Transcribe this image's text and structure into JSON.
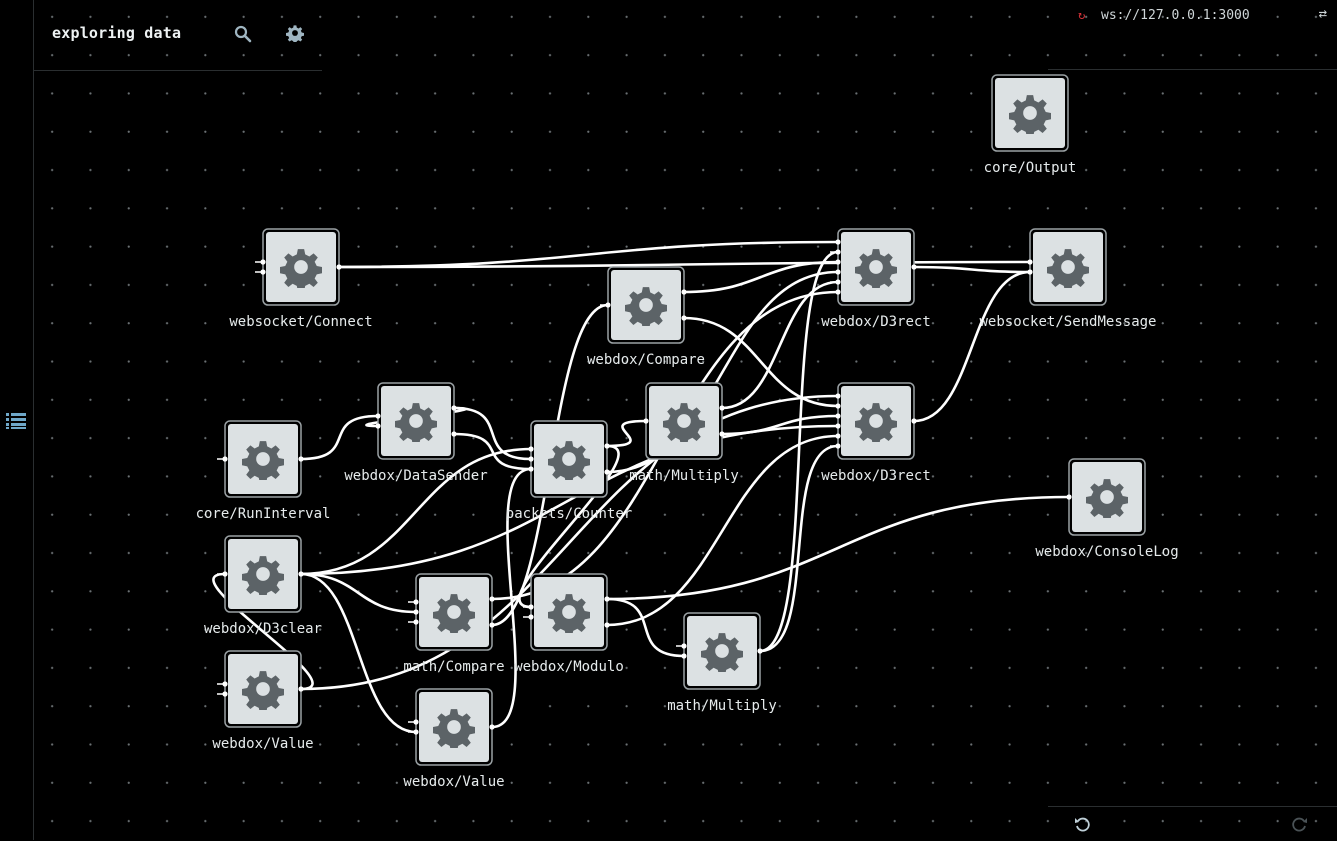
{
  "header": {
    "title": "exploring data"
  },
  "connection": {
    "status_icon": "refresh-icon",
    "status_color": "#e0343a",
    "url": "ws://127.0.0.1:3000"
  },
  "icons": {
    "search": "search-icon",
    "settings": "gear-icon",
    "library": "list-icon",
    "undo": "undo-icon",
    "redo": "redo-icon",
    "swap": "swap-icon"
  },
  "nodes": [
    {
      "id": "output",
      "label": "core/Output"
    },
    {
      "id": "connect",
      "label": "websocket/Connect"
    },
    {
      "id": "d3rect1",
      "label": "webdox/D3rect"
    },
    {
      "id": "sendmsg",
      "label": "websocket/SendMessage"
    },
    {
      "id": "compare1",
      "label": "webdox/Compare"
    },
    {
      "id": "datasender",
      "label": "webdox/DataSender"
    },
    {
      "id": "mult1",
      "label": "math/Multiply"
    },
    {
      "id": "d3rect2",
      "label": "webdox/D3rect"
    },
    {
      "id": "runinterval",
      "label": "core/RunInterval"
    },
    {
      "id": "counter",
      "label": "packets/Counter"
    },
    {
      "id": "consolelog",
      "label": "webdox/ConsoleLog"
    },
    {
      "id": "d3clear",
      "label": "webdox/D3clear"
    },
    {
      "id": "mathcompare",
      "label": "math/Compare"
    },
    {
      "id": "modulo",
      "label": "webdox/Modulo"
    },
    {
      "id": "mult2",
      "label": "math/Multiply"
    },
    {
      "id": "value1",
      "label": "webdox/Value"
    },
    {
      "id": "value2",
      "label": "webdox/Value"
    }
  ],
  "colors": {
    "background": "#000000",
    "node_fill": "#dce1e3",
    "node_icon": "#5c6367",
    "edge": "#ffffff",
    "panel_border": "#2a2e30"
  }
}
